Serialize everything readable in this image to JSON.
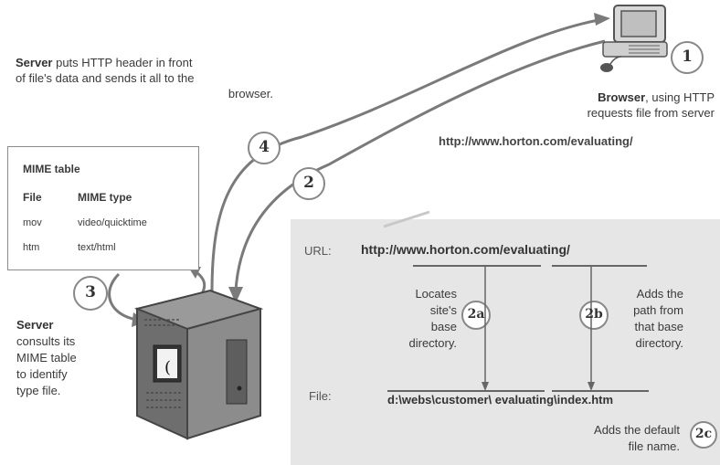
{
  "server_note": {
    "bold": "Server",
    "rest_line1": " puts HTTP header in front",
    "line2": "of file's data and sends it all to the",
    "line3": "browser."
  },
  "browser_note": {
    "bold": "Browser",
    "rest_line1": ", using HTTP",
    "line2": "requests file from server",
    "url": "http://www.horton.com/evaluating/"
  },
  "mime_table": {
    "title": "MIME table",
    "col_file": "File",
    "col_type": "MIME type",
    "rows": [
      {
        "file": "mov",
        "type": "video/quicktime"
      },
      {
        "file": "htm",
        "type": "text/html"
      }
    ]
  },
  "server_consults": {
    "bold": "Server",
    "lines": [
      "consults its",
      "MIME table",
      "to identify",
      "type file."
    ]
  },
  "steps": {
    "s1": "1",
    "s2": "2",
    "s3": "3",
    "s4": "4",
    "s2a": "2a",
    "s2b": "2b",
    "s2c": "2c"
  },
  "panel": {
    "url_label": "URL:",
    "url_value": "http://www.horton.com/evaluating/",
    "locates": [
      "Locates",
      "site's",
      "base",
      "directory."
    ],
    "adds_path": [
      "Adds the",
      "path from",
      "that base",
      "directory."
    ],
    "file_label": "File:",
    "file_value": "d:\\webs\\customer\\ evaluating\\index.htm",
    "adds_default": [
      "Adds the default",
      "file name."
    ]
  },
  "icons": {
    "computer": "computer-icon",
    "server": "server-tower-icon"
  }
}
